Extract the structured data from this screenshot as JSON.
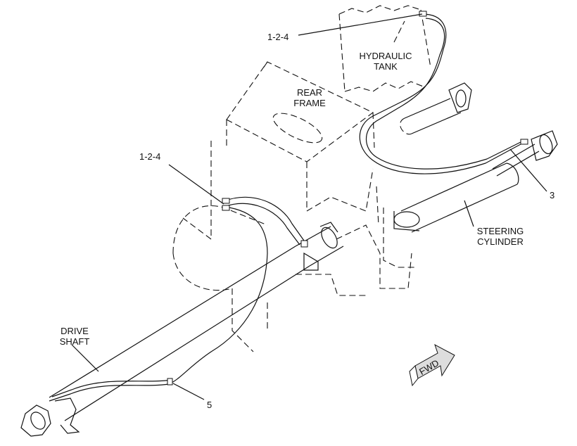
{
  "labels": {
    "callout_top": "1-2-4",
    "hydraulic_tank": [
      "HYDRAULIC",
      "TANK"
    ],
    "rear_frame": [
      "REAR",
      "FRAME"
    ],
    "callout_mid": "1-2-4",
    "callout_3": "3",
    "steering_cylinder": [
      "STEERING",
      "CYLINDER"
    ],
    "drive_shaft": [
      "DRIVE",
      "SHAFT"
    ],
    "callout_5": "5",
    "fwd_arrow": "FWD"
  }
}
